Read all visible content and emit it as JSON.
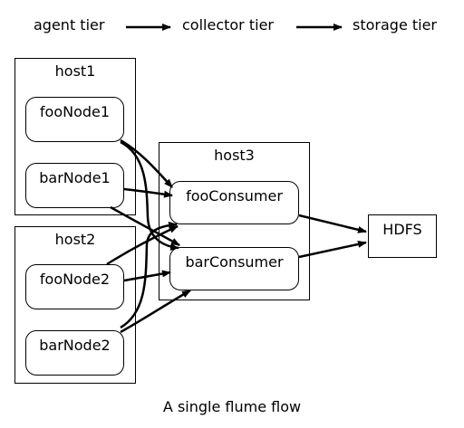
{
  "legend": {
    "agent_tier": "agent tier",
    "collector_tier": "collector tier",
    "storage_tier": "storage tier"
  },
  "hosts": {
    "host1": {
      "label": "host1",
      "nodes": [
        "fooNode1",
        "barNode1"
      ]
    },
    "host2": {
      "label": "host2",
      "nodes": [
        "fooNode2",
        "barNode2"
      ]
    },
    "host3": {
      "label": "host3",
      "nodes": [
        "fooConsumer",
        "barConsumer"
      ]
    }
  },
  "storage": {
    "label": "HDFS"
  },
  "edges": [
    [
      "fooNode1",
      "fooConsumer"
    ],
    [
      "fooNode1",
      "barConsumer"
    ],
    [
      "barNode1",
      "fooConsumer"
    ],
    [
      "barNode1",
      "barConsumer"
    ],
    [
      "fooNode2",
      "fooConsumer"
    ],
    [
      "fooNode2",
      "barConsumer"
    ],
    [
      "barNode2",
      "fooConsumer"
    ],
    [
      "barNode2",
      "barConsumer"
    ],
    [
      "fooConsumer",
      "HDFS"
    ],
    [
      "barConsumer",
      "HDFS"
    ]
  ],
  "caption": "A single flume flow"
}
